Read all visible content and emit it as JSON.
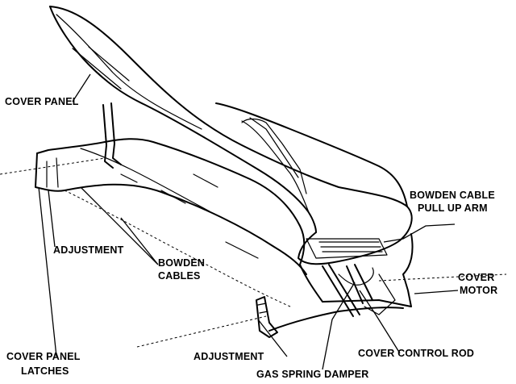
{
  "labels": {
    "cover_panel": "COVER PANEL",
    "bowden_cable_pull_up_arm_1": "BOWDEN CABLE",
    "bowden_cable_pull_up_arm_2": "PULL UP ARM",
    "adjustment_left": "ADJUSTMENT",
    "bowden_cables_1": "BOWDEN",
    "bowden_cables_2": "CABLES",
    "cover_motor_1": "COVER",
    "cover_motor_2": "MOTOR",
    "cover_panel_latches_1": "COVER PANEL",
    "cover_panel_latches_2": "LATCHES",
    "adjustment_bottom": "ADJUSTMENT",
    "cover_control_rod": "COVER CONTROL ROD",
    "gas_spring_damper": "GAS SPRING DAMPER"
  },
  "colors": {
    "ink": "#000000",
    "paper": "#ffffff"
  }
}
